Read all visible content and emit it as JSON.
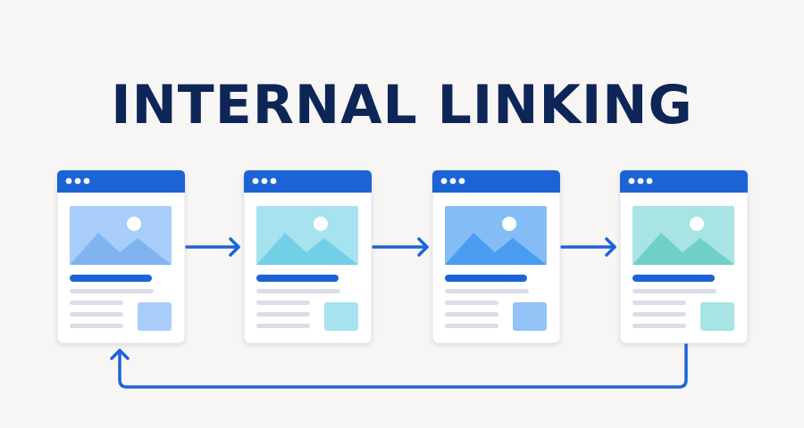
{
  "title": "INTERNAL LINKING",
  "colors": {
    "background": "#f8f6f5",
    "title": "#0d2557",
    "browser_bar": "#1c64d6",
    "connector": "#1c64d6",
    "primary_line": "#1c64d6",
    "secondary_line": "#dcdcea",
    "card_border": "#e3e4ea"
  },
  "pages": [
    {
      "name": "page-1",
      "image_fill": "#a8cdf8",
      "mountain_fill": "#7fb4f0",
      "thumb_fill": "#a8cdf8"
    },
    {
      "name": "page-2",
      "image_fill": "#a6e3ee",
      "mountain_fill": "#72d0e6",
      "thumb_fill": "#a6e3ee"
    },
    {
      "name": "page-3",
      "image_fill": "#84bdf5",
      "mountain_fill": "#4a9cf0",
      "thumb_fill": "#92c2f6"
    },
    {
      "name": "page-4",
      "image_fill": "#a7e4e3",
      "mountain_fill": "#6fcfc9",
      "thumb_fill": "#a7e4e3"
    }
  ],
  "connections": [
    {
      "from": "page-1",
      "to": "page-2"
    },
    {
      "from": "page-2",
      "to": "page-3"
    },
    {
      "from": "page-3",
      "to": "page-4"
    },
    {
      "from": "page-4",
      "to": "page-1"
    }
  ]
}
